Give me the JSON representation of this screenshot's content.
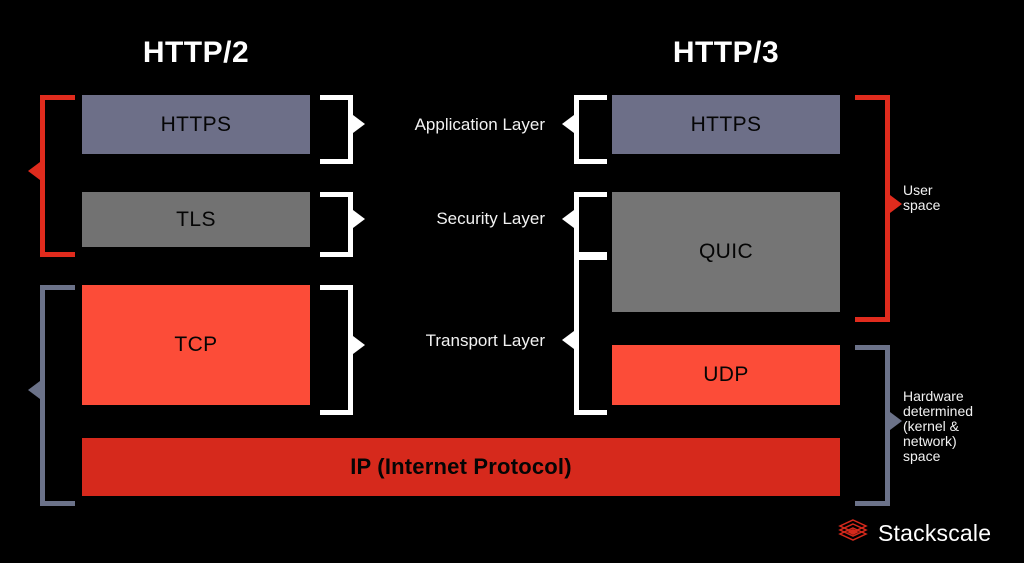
{
  "diagram": {
    "title_left": "HTTP/2",
    "title_right": "HTTP/3",
    "background": "#000000"
  },
  "columns": {
    "http2": {
      "label": "HTTP/2",
      "boxes": [
        {
          "label": "HTTPS",
          "color": "#6d6f88"
        },
        {
          "label": "TLS",
          "color": "#727272"
        },
        {
          "label": "TCP",
          "color": "#fc4c38"
        }
      ]
    },
    "http3": {
      "label": "HTTP/3",
      "boxes": [
        {
          "label": "HTTPS",
          "color": "#6d6f88"
        },
        {
          "label": "QUIC",
          "color": "#757575"
        },
        {
          "label": "UDP",
          "color": "#fc4c38"
        }
      ]
    }
  },
  "shared": {
    "ip_bar": {
      "label": "IP (Internet Protocol)",
      "color": "#d6291c"
    }
  },
  "layers": [
    {
      "label": "Application Layer"
    },
    {
      "label": "Security Layer"
    },
    {
      "label": "Transport Layer"
    }
  ],
  "spaces": {
    "user": {
      "label": "User\nspace",
      "color": "#e02b1d"
    },
    "hardware": {
      "label": "Hardware\ndetermined\n(kernel &\nnetwork)\nspace",
      "color": "#6b7289"
    }
  },
  "branding": {
    "name": "Stackscale",
    "mark_color": "#d6291c"
  },
  "colors": {
    "red_accent": "#e02b1d",
    "slate_accent": "#6b7289",
    "bracket_white": "#ffffff",
    "coral": "#fc4c38",
    "deep_red": "#d6291c",
    "blue_gray": "#6d6f88",
    "gray": "#757575"
  }
}
